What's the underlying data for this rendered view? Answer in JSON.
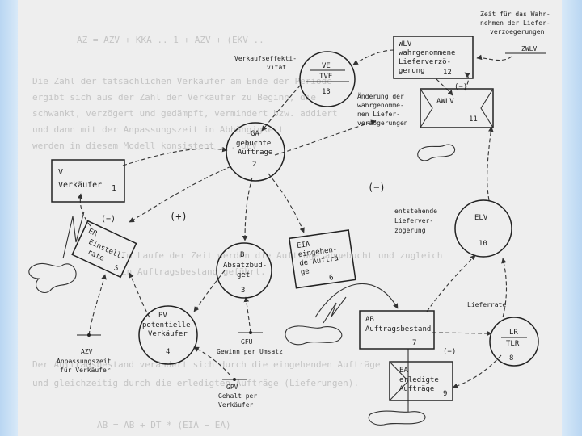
{
  "nodes": {
    "v": {
      "line1": "V",
      "line2": "Verkäufer",
      "num": "1"
    },
    "er": {
      "line1": "ER",
      "line2": "Einstell-",
      "line3": "rate",
      "num": "5"
    },
    "ga": {
      "line1": "GA",
      "line2": "gebuchte",
      "line3": "Aufträge",
      "num": "2"
    },
    "ve": {
      "line1": "VE",
      "line2": "TVE",
      "num": "13"
    },
    "wlv": {
      "line1": "WLV",
      "line2": "wahrgenommene",
      "line3": "Lieferverzö-",
      "line4": "gerung",
      "num": "12"
    },
    "awlv": {
      "line1": "AWLV",
      "num": "11"
    },
    "b": {
      "line1": "B",
      "line2": "Absatzbud-",
      "line3": "get",
      "num": "3"
    },
    "eia": {
      "line1": "EIA",
      "line2": "eingehen-",
      "line3": "de Aufträ-",
      "line4": "ge",
      "num": "6"
    },
    "elv": {
      "line1": "ELV",
      "num": "10"
    },
    "pv": {
      "line1": "PV",
      "line2": "potentielle",
      "line3": "Verkäufer",
      "num": "4"
    },
    "ab": {
      "line1": "AB",
      "line2": "Auftragsbestand",
      "num": "7"
    },
    "lr": {
      "line1": "LR",
      "line2": "TLR",
      "num": "8"
    },
    "ea": {
      "line1": "EA",
      "line2": "erledigte",
      "line3": "Aufträge",
      "num": "9"
    }
  },
  "labels": {
    "zwlv": [
      "Zeit für das Wahr-",
      "nehmen der Liefer-",
      "verzoegerungen",
      "ZWLV"
    ],
    "verkauf": [
      "Verkaufseffekti-",
      "vität"
    ],
    "aenderung": [
      "Änderung der",
      "wahrgenomme-",
      "nen Liefer-",
      "verzögerungen"
    ],
    "entstehende": [
      "entstehende",
      "Lieferver-",
      "zögerung"
    ],
    "lieferrate": "Lieferrate",
    "azv": [
      "AZV",
      "Anpassungszeit",
      "für Verkäufer"
    ],
    "gfu": [
      "GFU",
      "Gewinn per Umsatz"
    ],
    "gpv": [
      "GPV",
      "Gehalt per",
      "Verkäufer"
    ]
  },
  "signs": {
    "minus": "(−)",
    "plus": "(+)"
  },
  "ghost_text": {
    "line_a": "AZ = AZV + KKA .. 1 + AZV + (EKV ..",
    "line_b": "Die Zahl der tatsächlichen Verkäufer am Ende der Periode",
    "line_c": "ergibt sich aus der Zahl der Verkäufer zu Beginn, die",
    "line_d": "schwankt, verzögert und gedämpft, vermindert bzw. addiert",
    "line_e": "und dann mit der Anpassungszeit in Abhängigkeit",
    "line_f": "werden in diesem Modell konsistent . . UEV",
    "line_g": "Im Laufe der Zeit werden die Aufträge abgebucht und zugleich",
    "line_h": "in Auftragsbestand geführt.",
    "line_i": "Der Auftragsbestand verändert sich durch die eingehenden Aufträge",
    "line_j": "und gleichzeitig durch die erledigten Aufträge (Lieferungen).",
    "line_k": "AB = AB + DT * (EIA − EA)"
  }
}
